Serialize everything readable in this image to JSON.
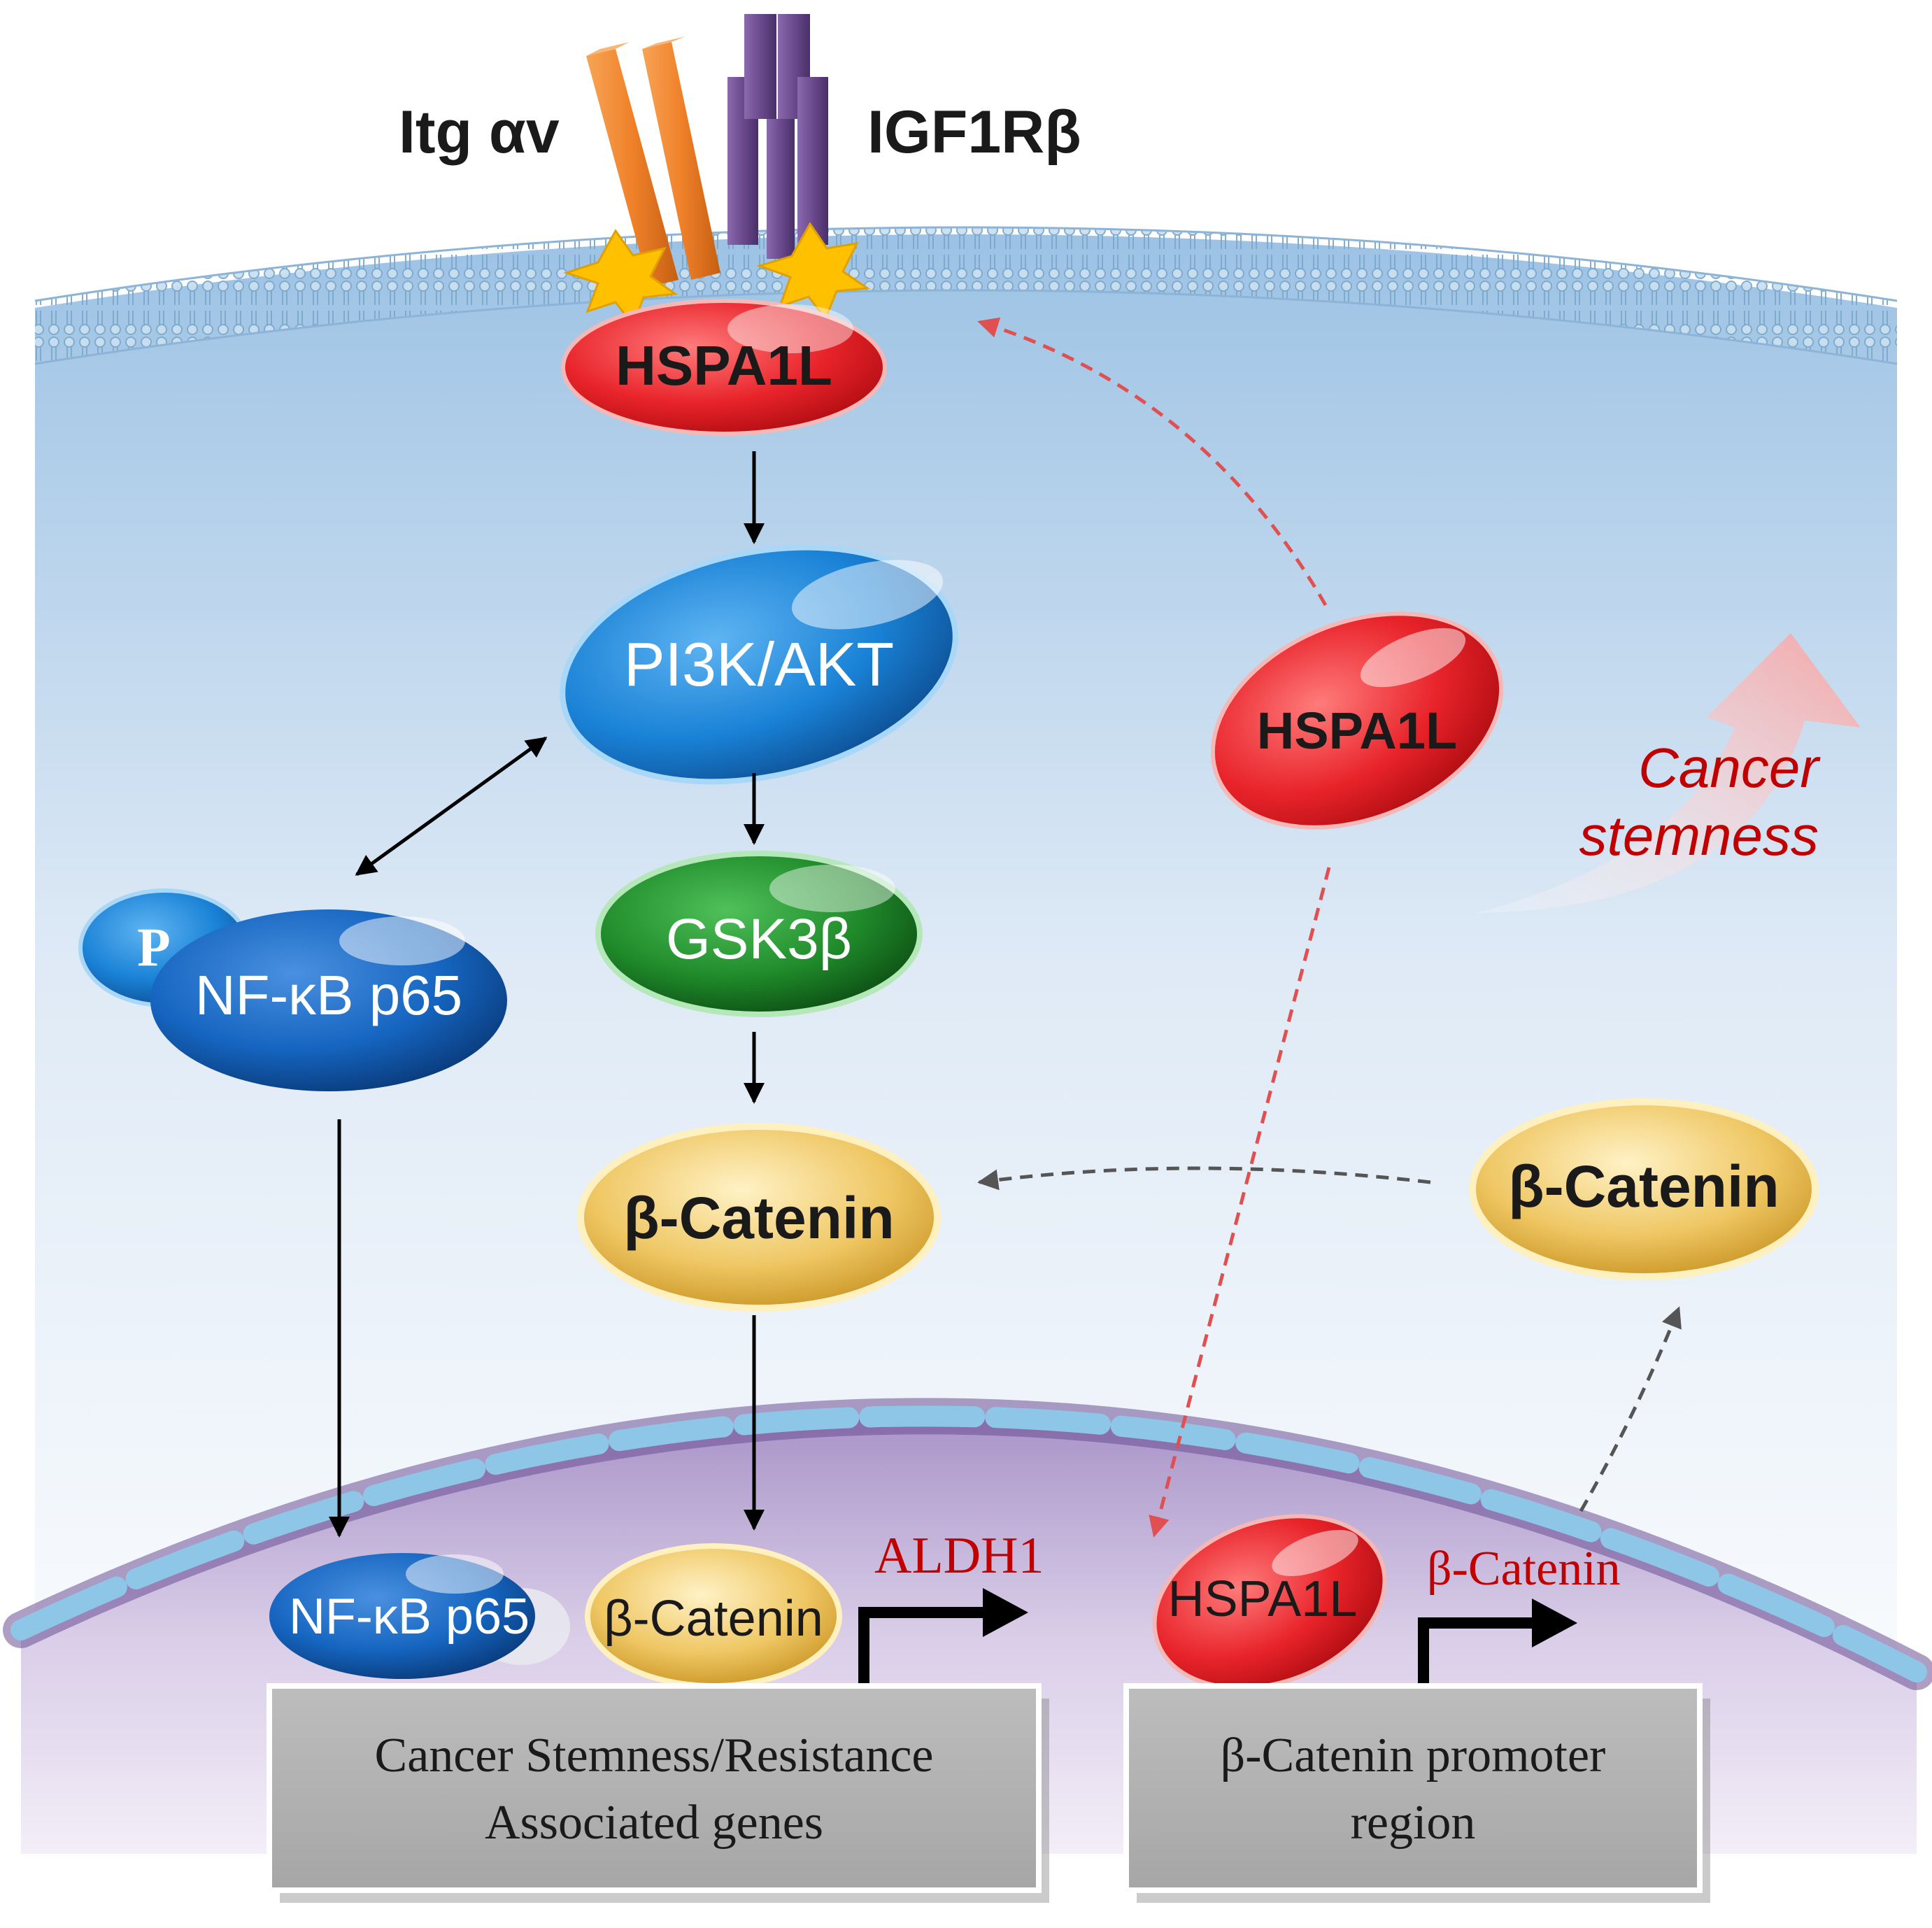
{
  "labels": {
    "itg": "Itg αv",
    "igf1r": "IGF1Rβ",
    "hspa1l_membrane": "HSPA1L",
    "pi3k": "PI3K/AKT",
    "gsk3b": "GSK3β",
    "p_mark": "P",
    "nfkb_cyto": "NF-κB p65",
    "bcat_cyto": "β-Catenin",
    "hspa1l_cyto": "HSPA1L",
    "bcat_right": "β-Catenin",
    "stemness_line1": "Cancer",
    "stemness_line2": "stemness",
    "nfkb_nuc": "NF-κB p65",
    "bcat_nuc": "β-Catenin",
    "aldh1": "ALDH1",
    "hspa1l_nuc": "HSPA1L",
    "bcat_gene": "β-Catenin",
    "box_left_line1": "Cancer Stemness/Resistance",
    "box_left_line2": "Associated genes",
    "box_right_line1": "β-Catenin promoter",
    "box_right_line2": "region"
  },
  "colors": {
    "receptor_itg": "#f0812a",
    "receptor_igf1r": "#6a4a8c",
    "star": "#ffc000",
    "hspa1l": "#e8232a",
    "pi3k": "#1a82d6",
    "gsk3b": "#1f8a2a",
    "nfkb": "#1565c0",
    "bcatenin": "#e9b84a",
    "gene_label": "#c00000",
    "stemness_arrow": "#f4a6a6",
    "dashed_red": "#e05050",
    "dashed_grey": "#555555"
  }
}
